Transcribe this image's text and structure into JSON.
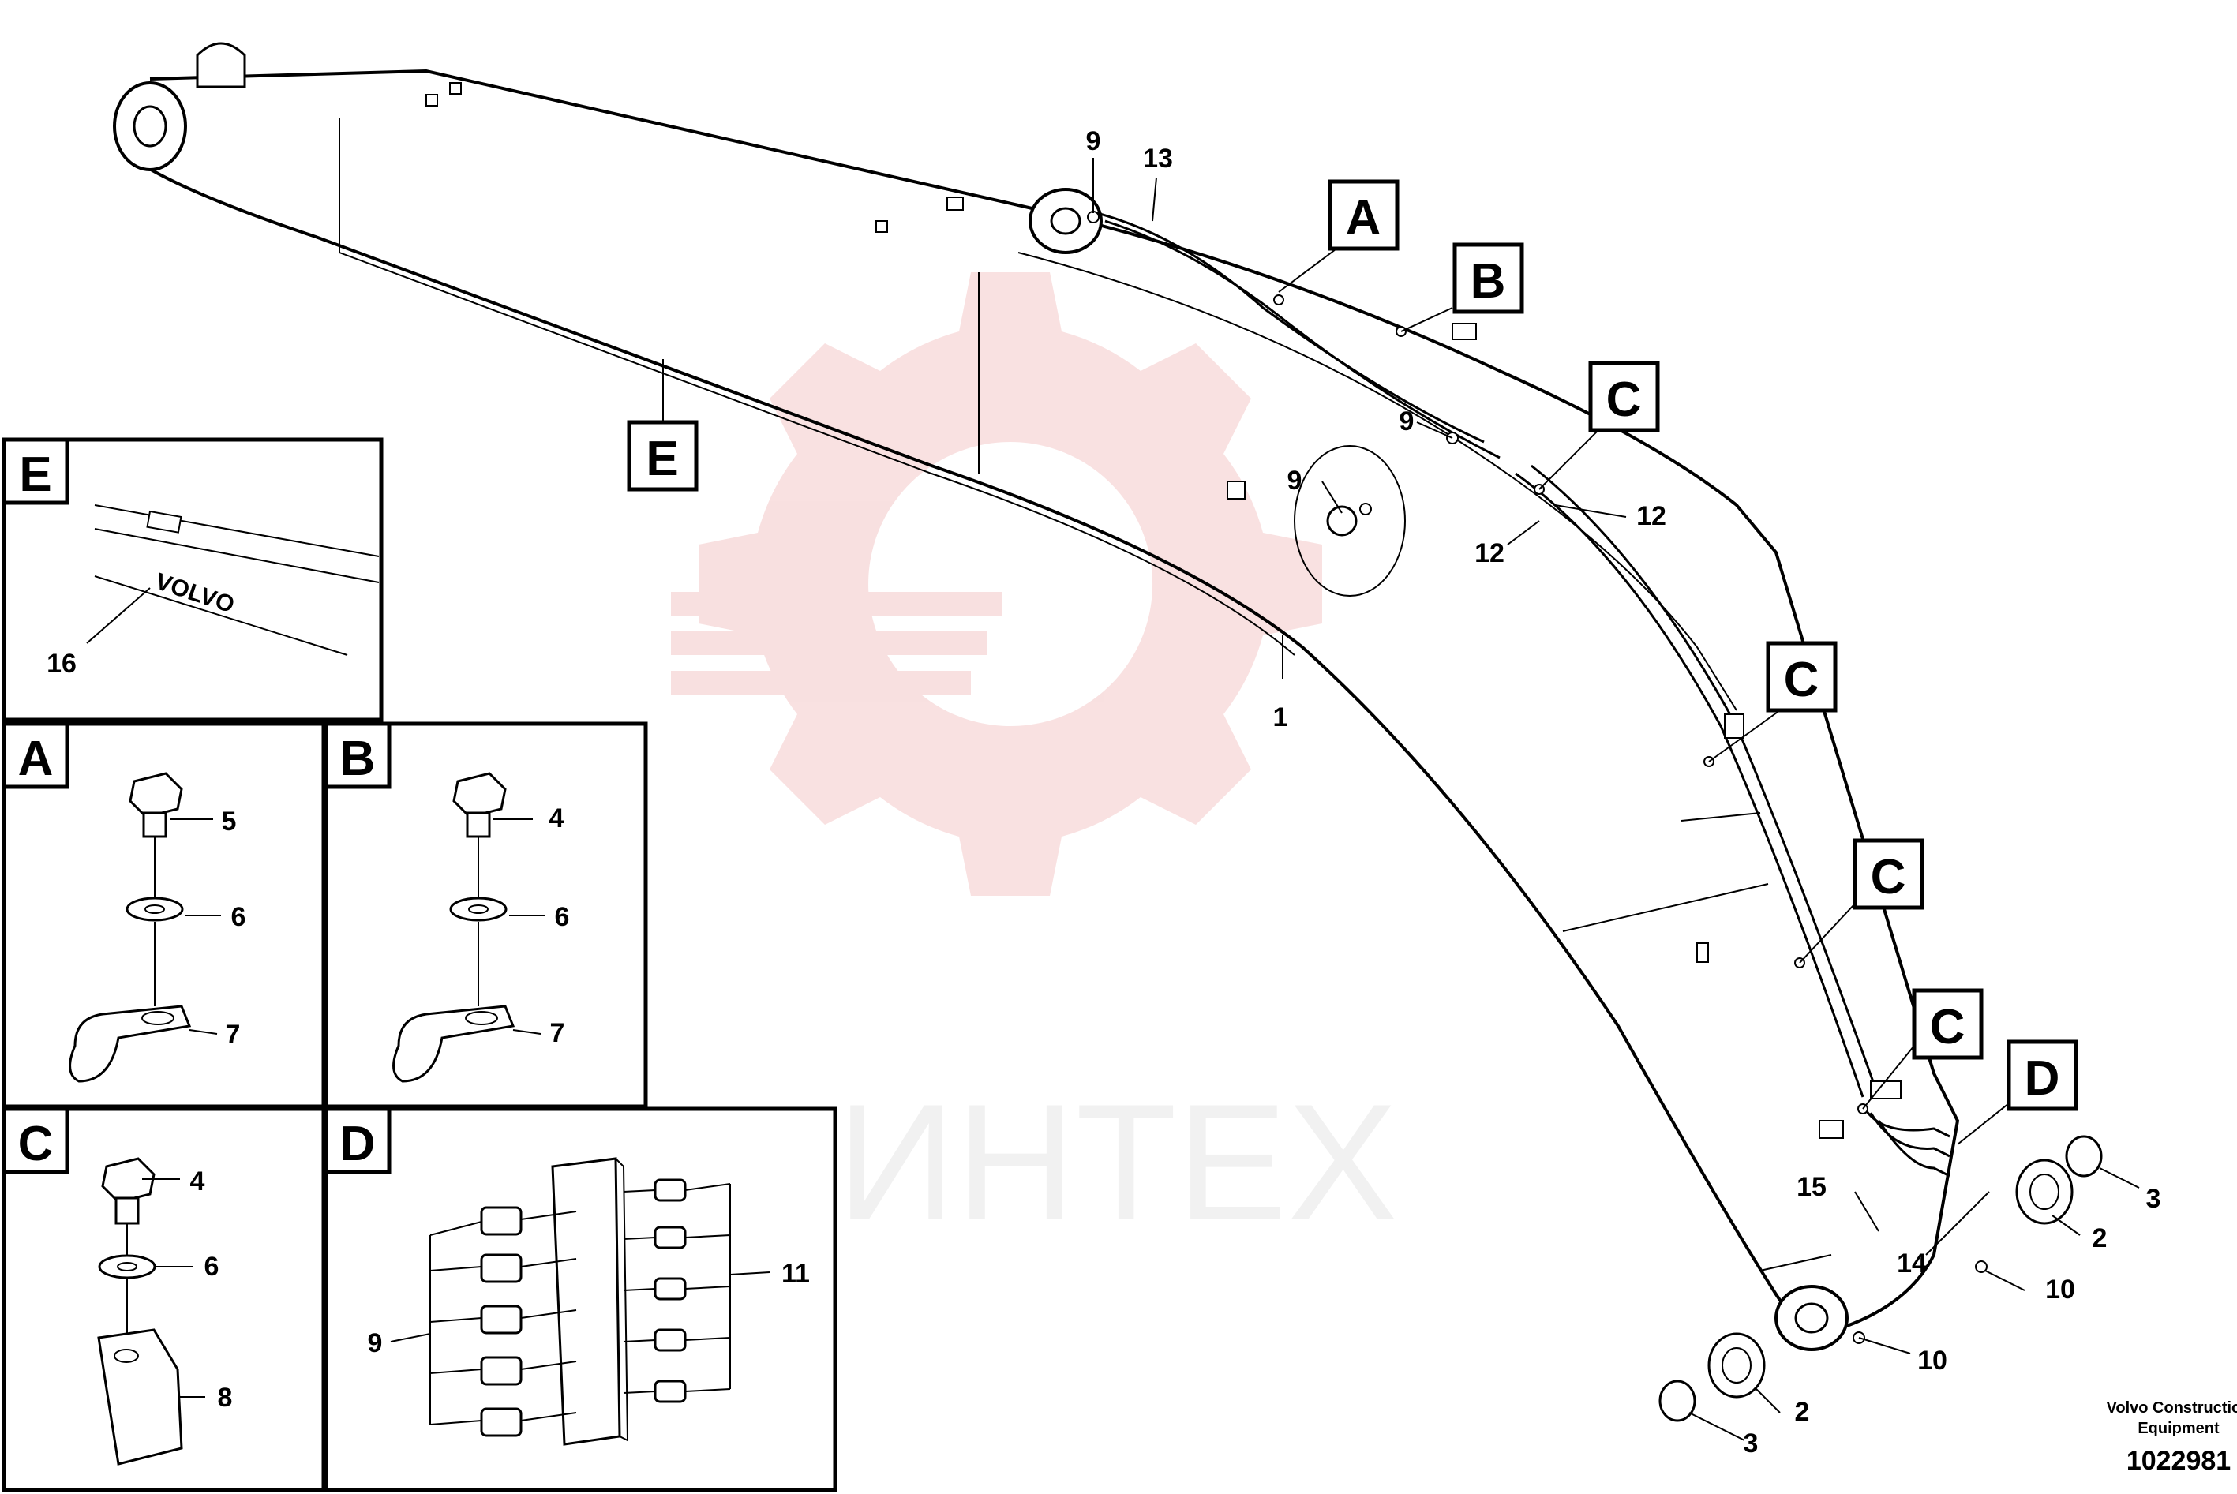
{
  "diagram": {
    "brand_line1": "Volvo Construction",
    "brand_line2": "Equipment",
    "part_number": "1022981",
    "watermark_text": "ИНТЕХ",
    "watermark_color": "#f4c8c8",
    "detail_labels": {
      "A": "A",
      "B": "B",
      "C": "C",
      "D": "D",
      "E": "E"
    },
    "inset_E": {
      "badge_text": "VOLVO"
    },
    "callouts": [
      "9",
      "13",
      "9",
      "9",
      "12",
      "12",
      "1",
      "15",
      "14",
      "10",
      "10",
      "2",
      "2",
      "3",
      "3",
      "16",
      "5",
      "6",
      "7",
      "4",
      "6",
      "7",
      "4",
      "6",
      "8",
      "11",
      "9"
    ]
  }
}
